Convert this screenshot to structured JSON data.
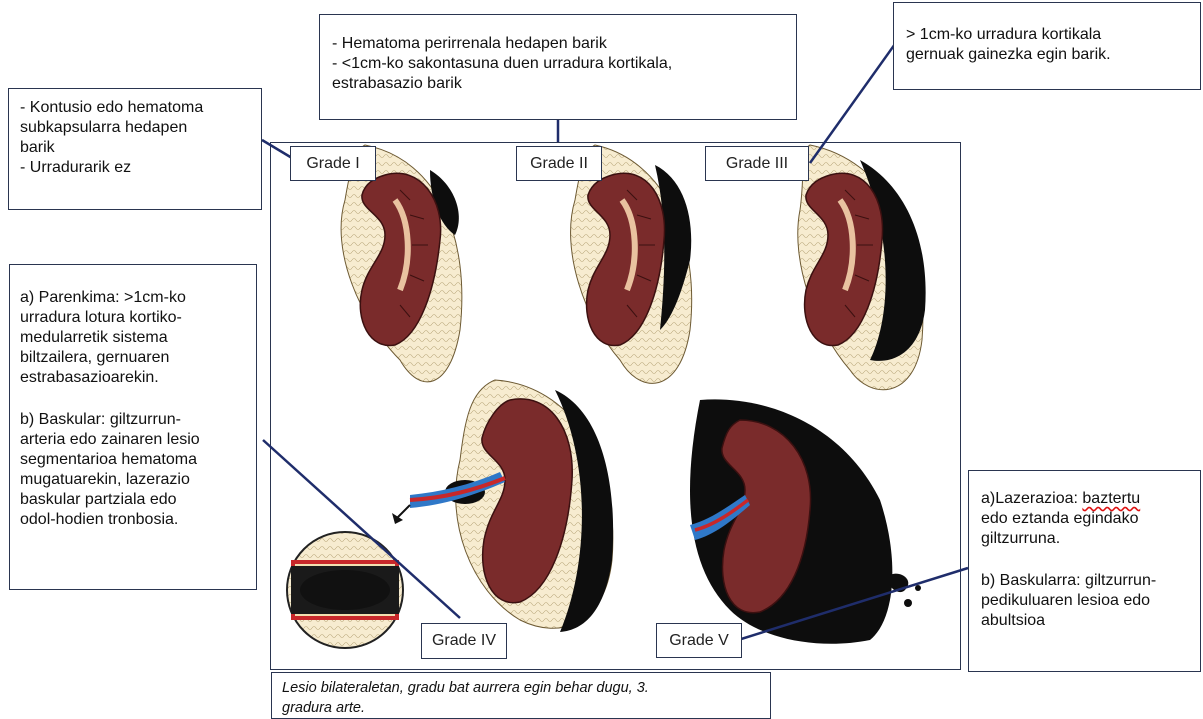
{
  "boxes": {
    "grade1": [
      "- Kontusio edo hematoma",
      "subkapsularra   hedapen",
      "barik",
      "- Urradurarik ez"
    ],
    "grade2": [
      "- Hematoma perirrenala hedapen barik",
      "- <1cm-ko sakontasuna duen urradura kortikala,",
      "estrabasazio barik"
    ],
    "grade3": [
      "> 1cm-ko urradura kortikala",
      "gernuak gainezka egin barik."
    ],
    "grade4_a": [
      "a)  Parenkima:  >1cm-ko",
      "urradura lotura kortiko-",
      "medularretik       sistema",
      "biltzailera,       gernuaren",
      "estrabasazioarekin."
    ],
    "grade4_b": [
      "b)  Baskular:  giltzurrun-",
      "arteria edo zainaren lesio",
      "segmentarioa hematoma",
      "mugatuarekin,   lazerazio",
      "baskular  partziala  edo",
      "odol-hodien tronbosia."
    ],
    "grade5_a_prefix": "a)Lazerazioa: ",
    "grade5_a_flagged": "baztertu",
    "grade5_a_rest": [
      "edo eztanda egindako",
      "giltzurruna."
    ],
    "grade5_b": [
      "b) Baskularra: giltzurrun-",
      "pedikuluaren lesioa edo",
      "abultsioa"
    ]
  },
  "grade_labels": {
    "g1": "Grade I",
    "g2": "Grade II",
    "g3": "Grade III",
    "g4": "Grade IV",
    "g5": "Grade V"
  },
  "note": [
    "Lesio bilateraletan, gradu bat aurrera egin behar dugu, 3.",
    "gradura arte."
  ],
  "colors": {
    "border": "#2a3550",
    "connector": "#1f2d6b",
    "kidney": "#7a2b2b",
    "fat": "#f2dfb0",
    "hematoma": "#0d0d0d",
    "vein": "#2f78c8",
    "artery": "#c8282a"
  }
}
